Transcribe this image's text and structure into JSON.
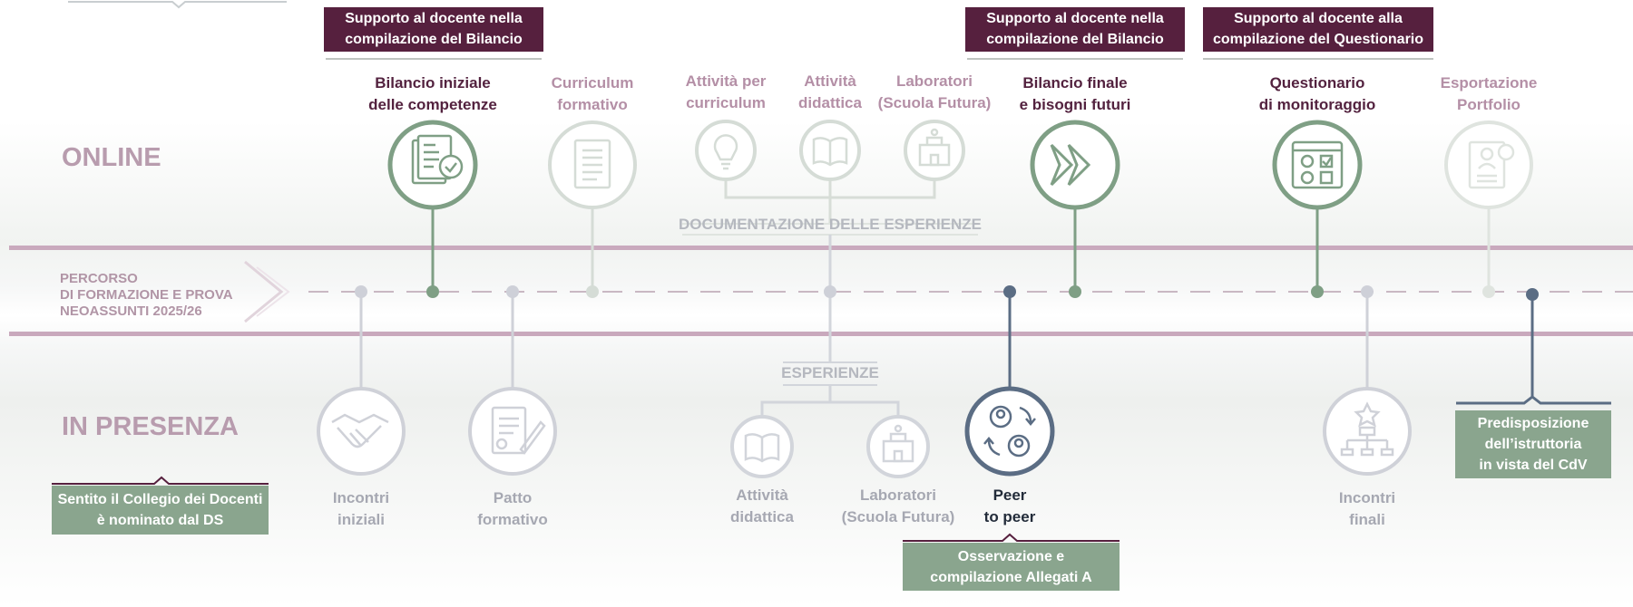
{
  "zones": {
    "online": "ONLINE",
    "in_presenza": "IN PRESENZA"
  },
  "timeline": {
    "line1": "PERCORSO",
    "line2": "DI FORMAZIONE E PROVA",
    "line3": "NEOASSUNTI 2025/26"
  },
  "banners": {
    "bilancio_iniziale": {
      "line1": "Supporto al docente nella",
      "line2": "compilazione del Bilancio"
    },
    "bilancio_finale": {
      "line1": "Supporto al docente nella",
      "line2": "compilazione del Bilancio"
    },
    "questionario": {
      "line1": "Supporto al docente alla",
      "line2": "compilazione del Questionario"
    }
  },
  "online_steps": {
    "bilancio_iniziale": {
      "line1": "Bilancio iniziale",
      "line2": "delle competenze"
    },
    "curriculum": {
      "line1": "Curriculum",
      "line2": "formativo"
    },
    "attivita_curriculum": {
      "line1": "Attività per",
      "line2": "curriculum"
    },
    "attivita_didattica": {
      "line1": "Attività",
      "line2": "didattica"
    },
    "laboratori": {
      "line1": "Laboratori",
      "line2": "(Scuola Futura)"
    },
    "bilancio_finale": {
      "line1": "Bilancio finale",
      "line2": "e bisogni futuri"
    },
    "questionario": {
      "line1": "Questionario",
      "line2": "di monitoraggio"
    },
    "esportazione": {
      "line1": "Esportazione",
      "line2": "Portfolio"
    }
  },
  "documentazione": "DOCUMENTAZIONE DELLE ESPERIENZE",
  "esperienze": "ESPERIENZE",
  "presenza_steps": {
    "incontri_iniziali": {
      "line1": "Incontri",
      "line2": "iniziali"
    },
    "patto": {
      "line1": "Patto",
      "line2": "formativo"
    },
    "attivita_didattica": {
      "line1": "Attività",
      "line2": "didattica"
    },
    "laboratori": {
      "line1": "Laboratori",
      "line2": "(Scuola Futura)"
    },
    "peer": {
      "line1": "Peer",
      "line2": "to peer"
    },
    "incontri_finali": {
      "line1": "Incontri",
      "line2": "finali"
    }
  },
  "notes": {
    "collegio": {
      "line1": "Sentito il Collegio dei Docenti",
      "line2": "è nominato dal DS"
    },
    "osservazione": {
      "line1": "Osservazione e",
      "line2": "compilazione Allegati A"
    },
    "istruttoria": {
      "line1": "Predisposizione",
      "line2": "dell’istruttoria",
      "line3": "in vista del CdV"
    }
  },
  "colors": {
    "plum": "#56203e",
    "green": "#7f9f85",
    "slate": "#5b6d84",
    "gray": "#c9cbd2",
    "faded_green": "#d1d9d2",
    "band": "#c9a9bd"
  }
}
